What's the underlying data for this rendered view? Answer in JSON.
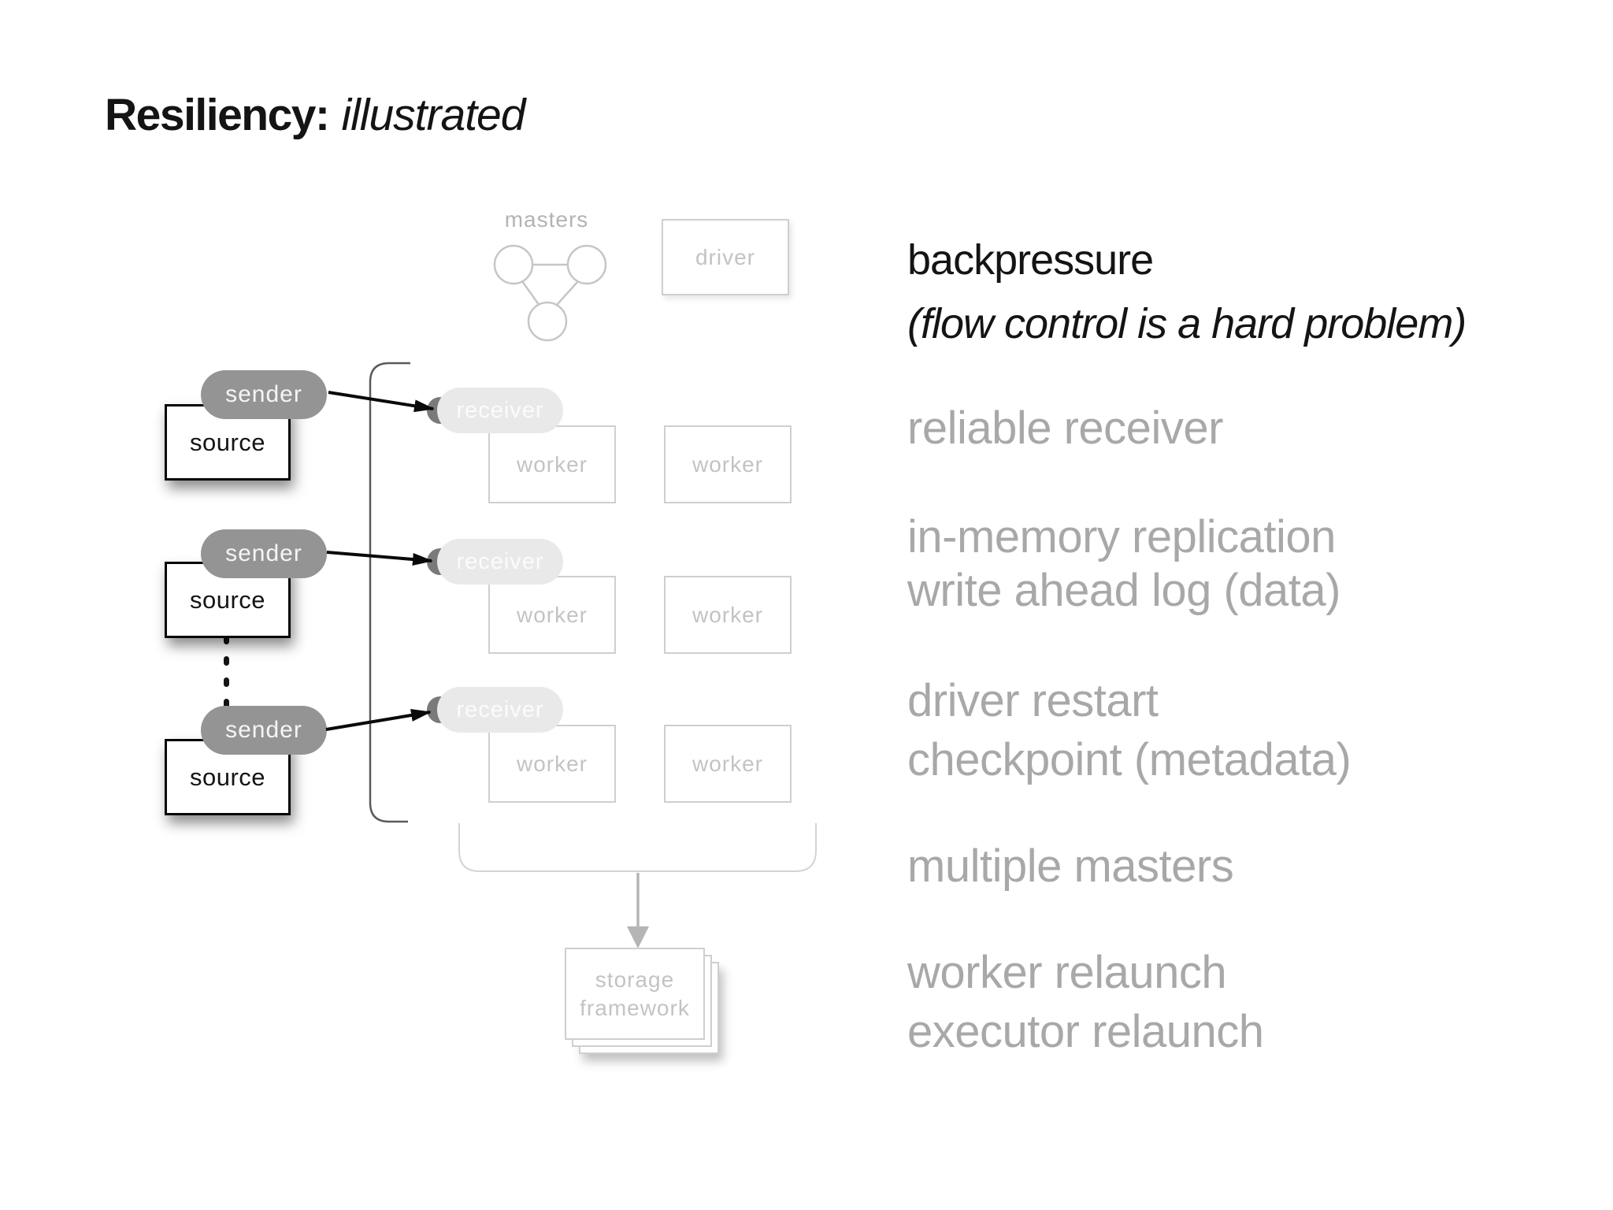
{
  "title": {
    "bold": "Resiliency:",
    "italic": "illustrated"
  },
  "diagram": {
    "masters_label": "masters",
    "driver_label": "driver",
    "sender_label": "sender",
    "source_label": "source",
    "receiver_label": "receiver",
    "worker_label": "worker",
    "storage_line1": "storage",
    "storage_line2": "framework"
  },
  "notes": [
    {
      "text": "backpressure",
      "style": "black"
    },
    {
      "text": "(flow control is a hard problem)",
      "style": "black-italic"
    },
    {
      "text": "reliable receiver",
      "style": "gray"
    },
    {
      "text": "in-memory replication",
      "style": "gray"
    },
    {
      "text": "write ahead log (data)",
      "style": "gray"
    },
    {
      "text": "driver restart",
      "style": "gray"
    },
    {
      "text": "checkpoint (metadata)",
      "style": "gray"
    },
    {
      "text": "multiple masters",
      "style": "gray"
    },
    {
      "text": "worker relaunch",
      "style": "gray"
    },
    {
      "text": "executor relaunch",
      "style": "gray"
    }
  ],
  "colors": {
    "ink": "#141414",
    "muted": "#a8a8a8",
    "sender-fill": "#949494",
    "sender-text": "#f5f5f5",
    "source-border": "#050505",
    "receiver-fill": "#e9e9e9",
    "receiver-text": "#fbfbfb",
    "crescent": "#7a7a7a",
    "box-border": "#cfcfcf",
    "box-text": "#c3c3c3",
    "masters-stroke": "#c6c6c6",
    "masters-text": "#b3b3b3",
    "bracket": "#5a5a5a",
    "cup": "#d4d4d4",
    "gray-arrow": "#b5b5b5",
    "black-arrow": "#0a0a0a"
  }
}
